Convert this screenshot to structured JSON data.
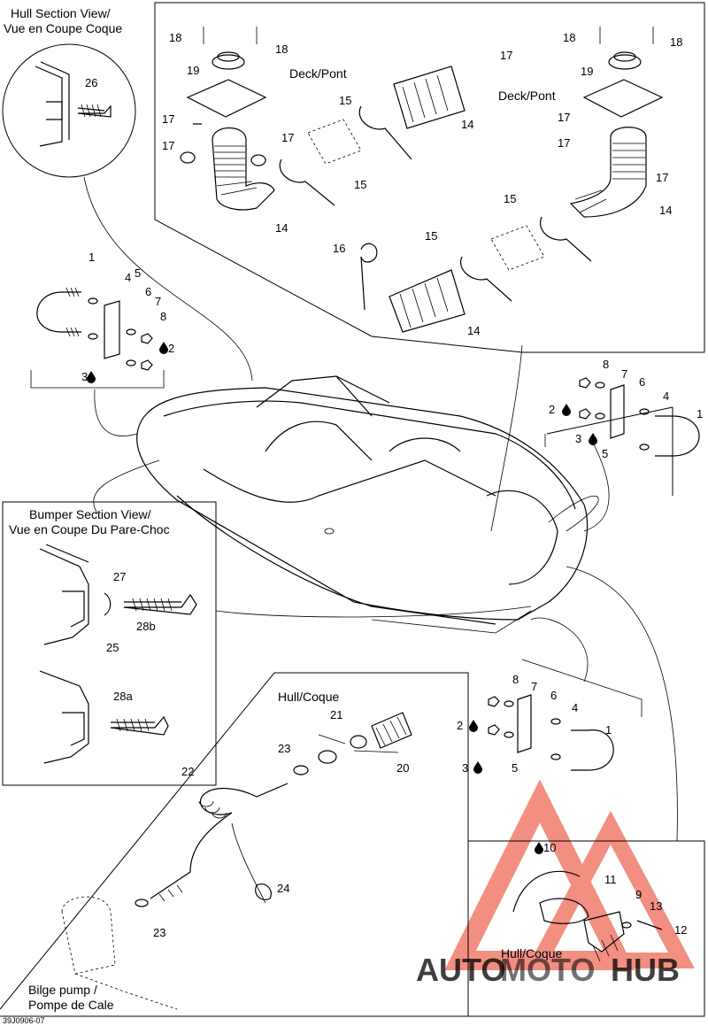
{
  "captions": {
    "hull_section": [
      "Hull Section View/",
      "Vue en Coupe Coque"
    ],
    "bumper_section": [
      "Bumper Section View/",
      "Vue en Coupe Du Pare-Choc"
    ],
    "deck_left": "Deck/Pont",
    "deck_right": "Deck/Pont",
    "hull_coque_middle": "Hull/Coque",
    "hull_coque_bottom": "Hull/Coque",
    "bilge_pump": [
      "Bilge pump /",
      "Pompe de Cale"
    ],
    "drawing_code": "39J0906-07"
  },
  "callouts": {
    "n1": "1",
    "n2": "2",
    "n3": "3",
    "n4": "4",
    "n5": "5",
    "n6": "6",
    "n7": "7",
    "n8": "8",
    "n9": "9",
    "n10": "10",
    "n11": "11",
    "n12": "12",
    "n13": "13",
    "n14": "14",
    "n15": "15",
    "n16": "16",
    "n17": "17",
    "n18": "18",
    "n19": "19",
    "n20": "20",
    "n21": "21",
    "n22": "22",
    "n23": "23",
    "n24": "24",
    "n25": "25",
    "n26": "26",
    "n27": "27",
    "n28a": "28a",
    "n28b": "28b"
  },
  "icons": {
    "fluid_drop": "drop-icon"
  },
  "watermark": {
    "part1": "AUTO",
    "part2": "MOTO",
    "part3": "HUB",
    "colors": {
      "red": "#e8341c",
      "orange": "#f5a623",
      "gray": "#4a4a4a"
    }
  }
}
